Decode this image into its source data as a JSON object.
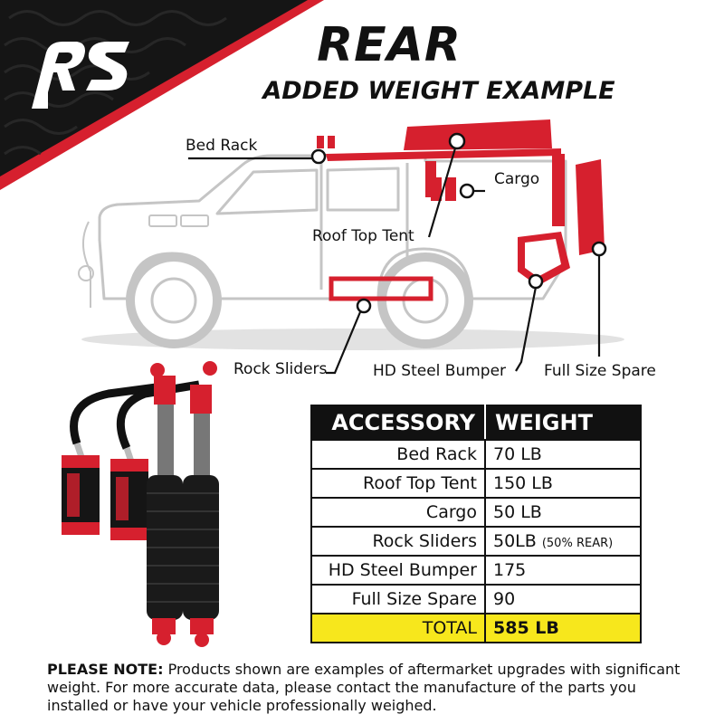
{
  "brand": {
    "logo_text": "RS"
  },
  "header": {
    "title": "REAR",
    "subtitle": "ADDED WEIGHT EXAMPLE"
  },
  "callouts": {
    "bed_rack": "Bed Rack",
    "cargo": "Cargo",
    "roof_top_tent": "Roof Top Tent",
    "rock_sliders": "Rock Sliders",
    "hd_steel_bumper": "HD Steel Bumper",
    "full_size_spare": "Full Size Spare"
  },
  "table": {
    "header": {
      "accessory": "ACCESSORY",
      "weight": "WEIGHT"
    },
    "rows": [
      {
        "accessory": "Bed Rack",
        "weight": "70 LB"
      },
      {
        "accessory": "Roof Top Tent",
        "weight": "150 LB"
      },
      {
        "accessory": "Cargo",
        "weight": "50 LB"
      },
      {
        "accessory": "Rock Sliders",
        "weight": "50LB",
        "weight_note": "(50% REAR)"
      },
      {
        "accessory": "HD Steel Bumper",
        "weight": "175"
      },
      {
        "accessory": "Full Size Spare",
        "weight": "90"
      }
    ],
    "total": {
      "label": "TOTAL",
      "value": "585 LB"
    }
  },
  "note": {
    "label": "PLEASE NOTE:",
    "text": " Products shown are examples of aftermarket upgrades with significant weight. For more accurate data, please contact the manufacture of the parts you installed or have your vehicle professionally weighed."
  },
  "colors": {
    "accent_red": "#d6202e",
    "black": "#111111",
    "total_yellow": "#f7e71c",
    "vehicle_gray": "#c8c8c8"
  }
}
